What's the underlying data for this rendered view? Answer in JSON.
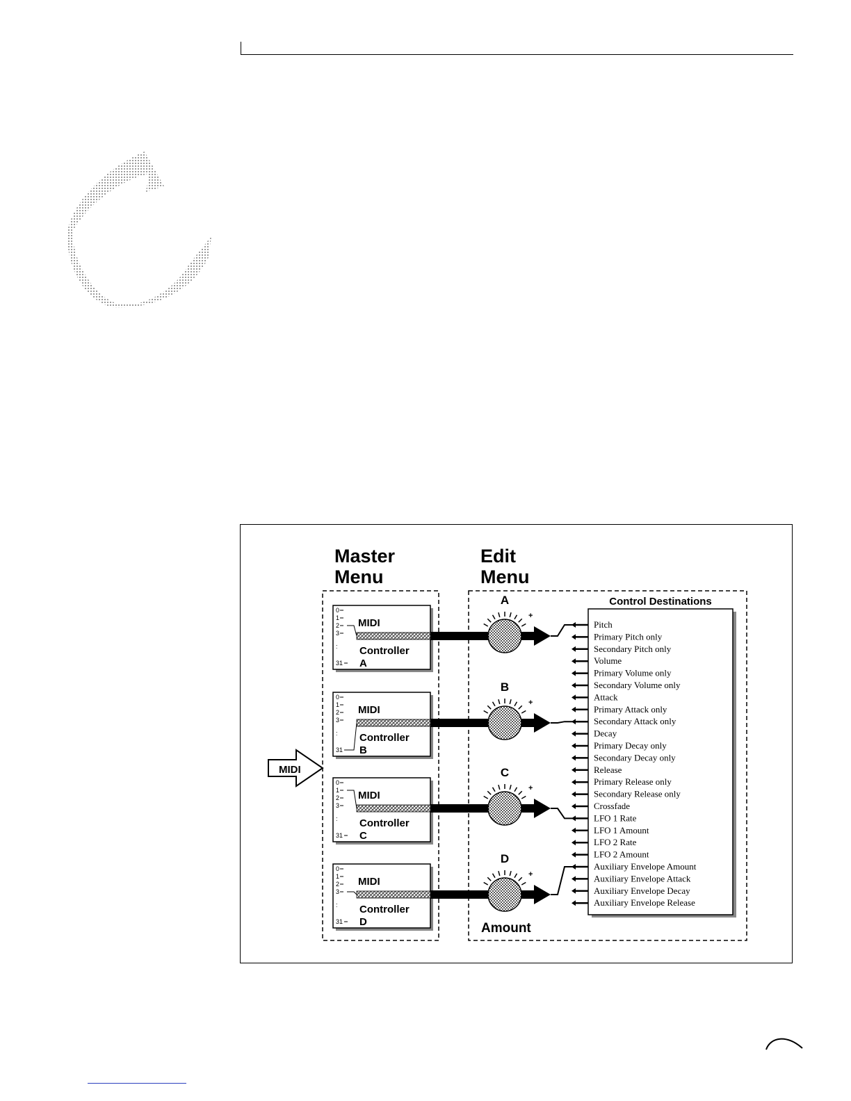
{
  "diagram": {
    "master_menu_title": [
      "Master",
      "Menu"
    ],
    "edit_menu_title": [
      "Edit",
      "Menu"
    ],
    "midi_input_label": "MIDI",
    "amount_label": "Amount",
    "destinations_header": "Control Destinations",
    "controller_box": {
      "line1": "MIDI",
      "line2": "Controller",
      "numbers": [
        "0",
        "1",
        "2",
        "3",
        ":",
        "31"
      ]
    },
    "controllers": [
      {
        "letter": "A",
        "knob_label": "A"
      },
      {
        "letter": "B",
        "knob_label": "B"
      },
      {
        "letter": "C",
        "knob_label": "C"
      },
      {
        "letter": "D",
        "knob_label": "D"
      }
    ],
    "destinations": [
      "Pitch",
      "Primary Pitch only",
      "Secondary Pitch only",
      "Volume",
      "Primary Volume only",
      "Secondary Volume only",
      "Attack",
      "Primary Attack only",
      "Secondary Attack only",
      "Decay",
      "Primary Decay only",
      "Secondary Decay only",
      "Release",
      "Primary Release only",
      "Secondary Release only",
      "Crossfade",
      "LFO 1 Rate",
      "LFO 1 Amount",
      "LFO 2 Rate",
      "LFO 2 Amount",
      "Auxiliary Envelope Amount",
      "Auxiliary Envelope Attack",
      "Auxiliary Envelope Decay",
      "Auxiliary Envelope Release"
    ],
    "routes": [
      {
        "controller": "A",
        "selected_input": "2",
        "destination_index": 0
      },
      {
        "controller": "B",
        "selected_input": "31",
        "destination_index": 8
      },
      {
        "controller": "C",
        "selected_input": "1",
        "destination_index": 16
      },
      {
        "controller": "D",
        "selected_input": "3",
        "destination_index": 20
      }
    ]
  }
}
